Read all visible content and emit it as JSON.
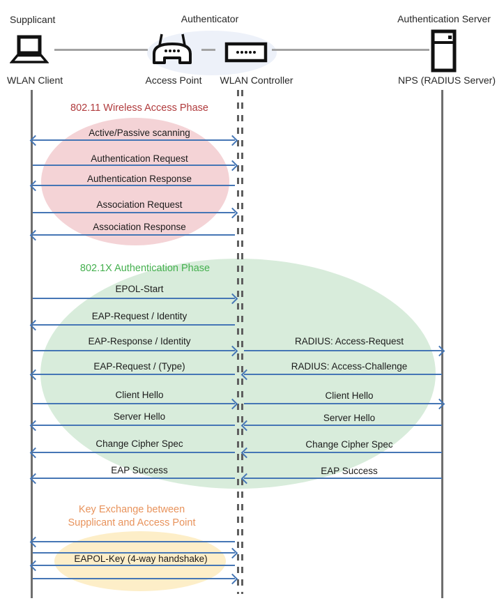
{
  "roles": {
    "supplicant": "Supplicant",
    "authenticator": "Authenticator",
    "auth_server": "Authentication Server"
  },
  "devices": {
    "wlan_client": "WLAN Client",
    "access_point": "Access Point",
    "wlan_controller": "WLAN Controller",
    "nps": "NPS (RADIUS Server)"
  },
  "phases": {
    "p1": {
      "title": "802.11 Wireless Access Phase",
      "color": "#b03a3c",
      "fill": "#f4d3d6"
    },
    "p2": {
      "title": "802.1X Authentication Phase",
      "color": "#45b04f",
      "fill": "#d8ecdb"
    },
    "p3": {
      "title_line1": "Key Exchange between",
      "title_line2": "Supplicant and Access Point",
      "color": "#e8935c",
      "fill": "#fdeec8"
    }
  },
  "messages": {
    "scanning": "Active/Passive scanning",
    "auth_request": "Authentication Request",
    "auth_response": "Authentication Response",
    "assoc_request": "Association Request",
    "assoc_response": "Association Response",
    "epol_start": "EPOL-Start",
    "eap_request_identity": "EAP-Request / Identity",
    "eap_response_identity": "EAP-Response / Identity",
    "radius_access_request": "RADIUS: Access-Request",
    "eap_request_type": "EAP-Request / (Type)",
    "radius_access_challenge": "RADIUS: Access-Challenge",
    "client_hello_left": "Client Hello",
    "client_hello_right": "Client Hello",
    "server_hello_left": "Server Hello",
    "server_hello_right": "Server Hello",
    "change_cipher_left": "Change Cipher Spec",
    "change_cipher_right": "Change Cipher Spec",
    "eap_success_left": "EAP Success",
    "eap_success_right": "EAP Success",
    "eapol_key": "EAPOL-Key (4-way handshake)"
  },
  "colors": {
    "arrow_blue": "#4576b5",
    "lifeline_gray": "#6e6e6e",
    "dashed_gray": "#5f5f5f",
    "connector_gray": "#a3a3a3",
    "authenticator_ellipse_fill": "#edf1f9",
    "phase1_red": "#b03a3c",
    "phase2_green": "#45b04f",
    "phase3_orange": "#e8935c"
  }
}
